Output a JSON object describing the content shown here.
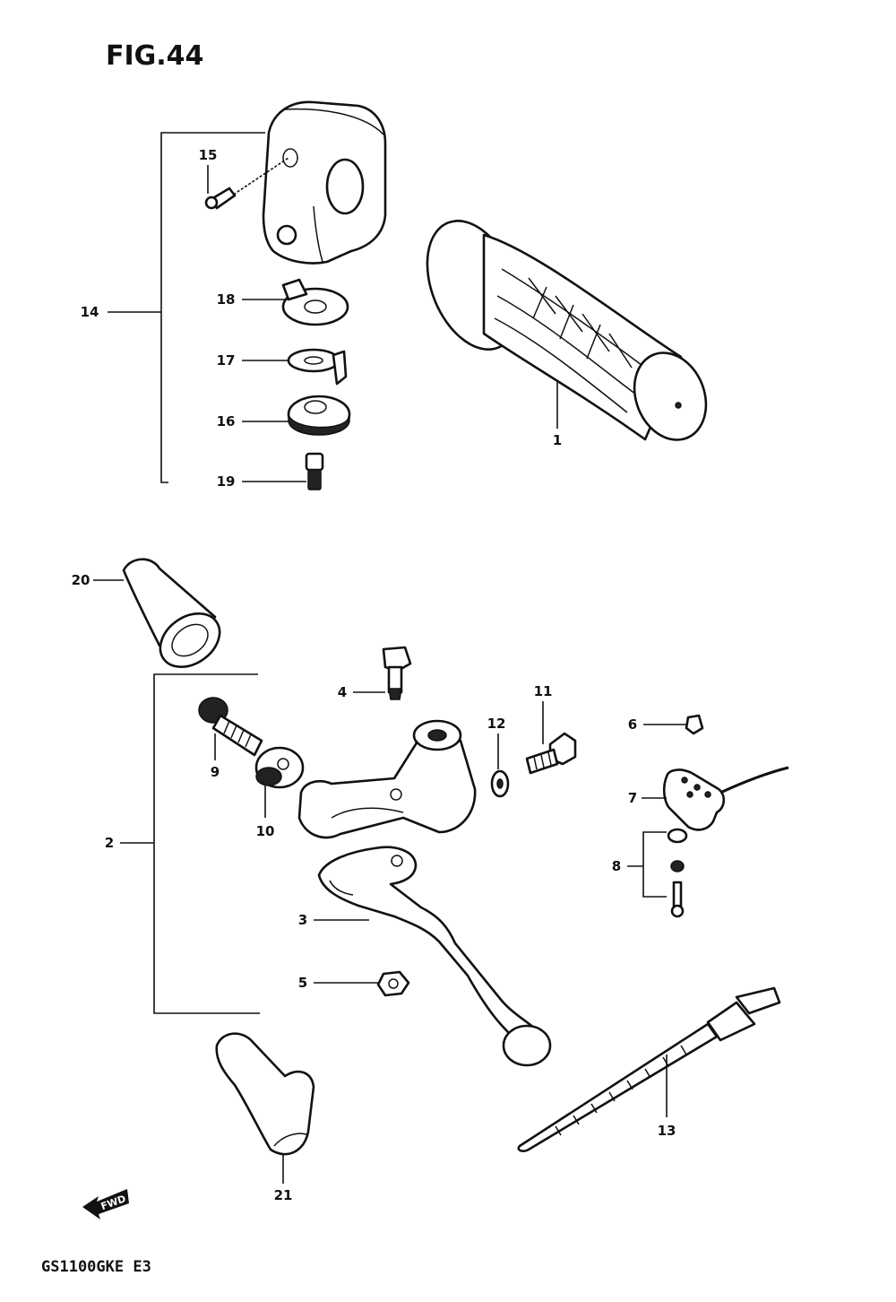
{
  "figure": {
    "title": "FIG.44",
    "model_code": "GS1100GKE  E3",
    "forward_marker": "FWD"
  },
  "callouts": [
    {
      "id": "c1",
      "label": "1"
    },
    {
      "id": "c2",
      "label": "2"
    },
    {
      "id": "c3",
      "label": "3"
    },
    {
      "id": "c4",
      "label": "4"
    },
    {
      "id": "c5",
      "label": "5"
    },
    {
      "id": "c6",
      "label": "6"
    },
    {
      "id": "c7",
      "label": "7"
    },
    {
      "id": "c8",
      "label": "8"
    },
    {
      "id": "c9",
      "label": "9"
    },
    {
      "id": "c10",
      "label": "10"
    },
    {
      "id": "c11",
      "label": "11"
    },
    {
      "id": "c12",
      "label": "12"
    },
    {
      "id": "c13",
      "label": "13"
    },
    {
      "id": "c14",
      "label": "14"
    },
    {
      "id": "c15",
      "label": "15"
    },
    {
      "id": "c16",
      "label": "16"
    },
    {
      "id": "c17",
      "label": "17"
    },
    {
      "id": "c18",
      "label": "18"
    },
    {
      "id": "c19",
      "label": "19"
    },
    {
      "id": "c20",
      "label": "20"
    },
    {
      "id": "c21",
      "label": "21"
    }
  ]
}
